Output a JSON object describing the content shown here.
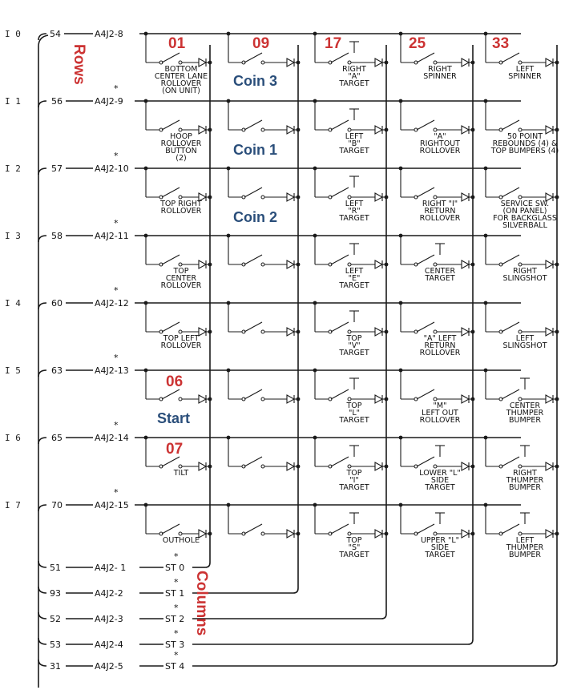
{
  "rows": [
    {
      "io": "I 0",
      "pin": "54",
      "conn": "A4J2-8",
      "star": ""
    },
    {
      "io": "I 1",
      "pin": "56",
      "conn": "A4J2-9",
      "star": "*"
    },
    {
      "io": "I 2",
      "pin": "57",
      "conn": "A4J2-10",
      "star": "*"
    },
    {
      "io": "I 3",
      "pin": "58",
      "conn": "A4J2-11",
      "star": "*"
    },
    {
      "io": "I 4",
      "pin": "60",
      "conn": "A4J2-12",
      "star": "*"
    },
    {
      "io": "I 5",
      "pin": "63",
      "conn": "A4J2-13",
      "star": "*"
    },
    {
      "io": "I 6",
      "pin": "65",
      "conn": "A4J2-14",
      "star": "*"
    },
    {
      "io": "I 7",
      "pin": "70",
      "conn": "A4J2-15",
      "star": "*"
    }
  ],
  "columns": [
    {
      "pin": "51",
      "conn": "A4J2- 1",
      "strobe": "ST 0",
      "star": "*"
    },
    {
      "pin": "93",
      "conn": "A4J2-2",
      "strobe": "ST 1",
      "star": "*"
    },
    {
      "pin": "52",
      "conn": "A4J2-3",
      "strobe": "ST 2",
      "star": "*"
    },
    {
      "pin": "53",
      "conn": "A4J2-4",
      "strobe": "ST 3",
      "star": "*"
    },
    {
      "pin": "31",
      "conn": "A4J2-5",
      "strobe": "ST 4",
      "star": "*"
    }
  ],
  "switches": [
    [
      {
        "type": "n",
        "lines": [
          "BOTTOM",
          "CENTER LANE",
          "ROLLOVER",
          "(ON UNIT)"
        ]
      },
      {
        "type": "n",
        "lines": [
          "HOOP",
          "ROLLOVER",
          "BUTTON",
          "(2)"
        ]
      },
      {
        "type": "n",
        "lines": [
          "TOP RIGHT",
          "ROLLOVER"
        ]
      },
      {
        "type": "n",
        "lines": [
          "TOP",
          "CENTER",
          "ROLLOVER"
        ]
      },
      {
        "type": "n",
        "lines": [
          "TOP LEFT",
          "ROLLOVER"
        ]
      },
      {
        "type": "n",
        "lines": []
      },
      {
        "type": "n",
        "lines": [
          "TILT"
        ]
      },
      {
        "type": "n",
        "lines": [
          "OUTHOLE"
        ]
      }
    ],
    [
      {
        "type": "n",
        "lines": []
      },
      {
        "type": "n",
        "lines": []
      },
      {
        "type": "n",
        "lines": []
      },
      {
        "type": "n",
        "lines": []
      },
      {
        "type": "n",
        "lines": []
      },
      {
        "type": "n",
        "lines": []
      },
      {
        "type": "n",
        "lines": []
      },
      {
        "type": "n",
        "lines": []
      }
    ],
    [
      {
        "type": "t",
        "lines": [
          "RIGHT",
          "\"A\"",
          "TARGET"
        ]
      },
      {
        "type": "t",
        "lines": [
          "LEFT",
          "\"B\"",
          "TARGET"
        ]
      },
      {
        "type": "t",
        "lines": [
          "LEFT",
          "\"R\"",
          "TARGET"
        ]
      },
      {
        "type": "t",
        "lines": [
          "LEFT",
          "\"E\"",
          "TARGET"
        ]
      },
      {
        "type": "t",
        "lines": [
          "TOP",
          "\"V\"",
          "TARGET"
        ]
      },
      {
        "type": "t",
        "lines": [
          "TOP",
          "\"L\"",
          "TARGET"
        ]
      },
      {
        "type": "t",
        "lines": [
          "TOP",
          "\"I\"",
          "TARGET"
        ]
      },
      {
        "type": "t",
        "lines": [
          "TOP",
          "\"S\"",
          "TARGET"
        ]
      }
    ],
    [
      {
        "type": "n",
        "lines": [
          "RIGHT",
          "SPINNER"
        ]
      },
      {
        "type": "n",
        "lines": [
          "\"A\"",
          "RIGHTOUT",
          "ROLLOVER"
        ]
      },
      {
        "type": "n",
        "lines": [
          "RIGHT \"I\"",
          "RETURN",
          "ROLLOVER"
        ]
      },
      {
        "type": "t",
        "lines": [
          "CENTER",
          "TARGET"
        ]
      },
      {
        "type": "n",
        "lines": [
          "\"A\" LEFT",
          "RETURN",
          "ROLLOVER"
        ]
      },
      {
        "type": "n",
        "lines": [
          "\"M\"",
          "LEFT OUT",
          "ROLLOVER"
        ]
      },
      {
        "type": "t",
        "lines": [
          "LOWER \"L\"",
          "SIDE",
          "TARGET"
        ]
      },
      {
        "type": "t",
        "lines": [
          "UPPER \"L\"",
          "SIDE",
          "TARGET"
        ]
      }
    ],
    [
      {
        "type": "n",
        "lines": [
          "LEFT",
          "SPINNER"
        ]
      },
      {
        "type": "n",
        "lines": [
          "50 POINT",
          "REBOUNDS (4) &",
          "TOP BUMPERS (4)"
        ]
      },
      {
        "type": "n",
        "lines": [
          "SERVICE SW.",
          "(ON PANEL)",
          "FOR BACKGLASS",
          "SILVERBALL"
        ]
      },
      {
        "type": "n",
        "lines": [
          "RIGHT",
          "SLINGSHOT"
        ]
      },
      {
        "type": "n",
        "lines": [
          "LEFT",
          "SLINGSHOT"
        ]
      },
      {
        "type": "t",
        "lines": [
          "CENTER",
          "THUMPER",
          "BUMPER"
        ]
      },
      {
        "type": "t",
        "lines": [
          "RIGHT",
          "THUMPER",
          "BUMPER"
        ]
      },
      {
        "type": "t",
        "lines": [
          "LEFT",
          "THUMPER",
          "BUMPER"
        ]
      }
    ]
  ],
  "annotations": {
    "rows_label": "Rows",
    "columns_label": "Columns",
    "col_numbers": [
      "01",
      "09",
      "17",
      "25",
      "33"
    ],
    "num_06": "06",
    "num_07": "07",
    "coin3": "Coin 3",
    "coin1": "Coin 1",
    "coin2": "Coin 2",
    "start": "Start"
  },
  "colors": {
    "ink": "#1a1a1a",
    "red": "#cc3333",
    "blue": "#2a4e7a"
  }
}
